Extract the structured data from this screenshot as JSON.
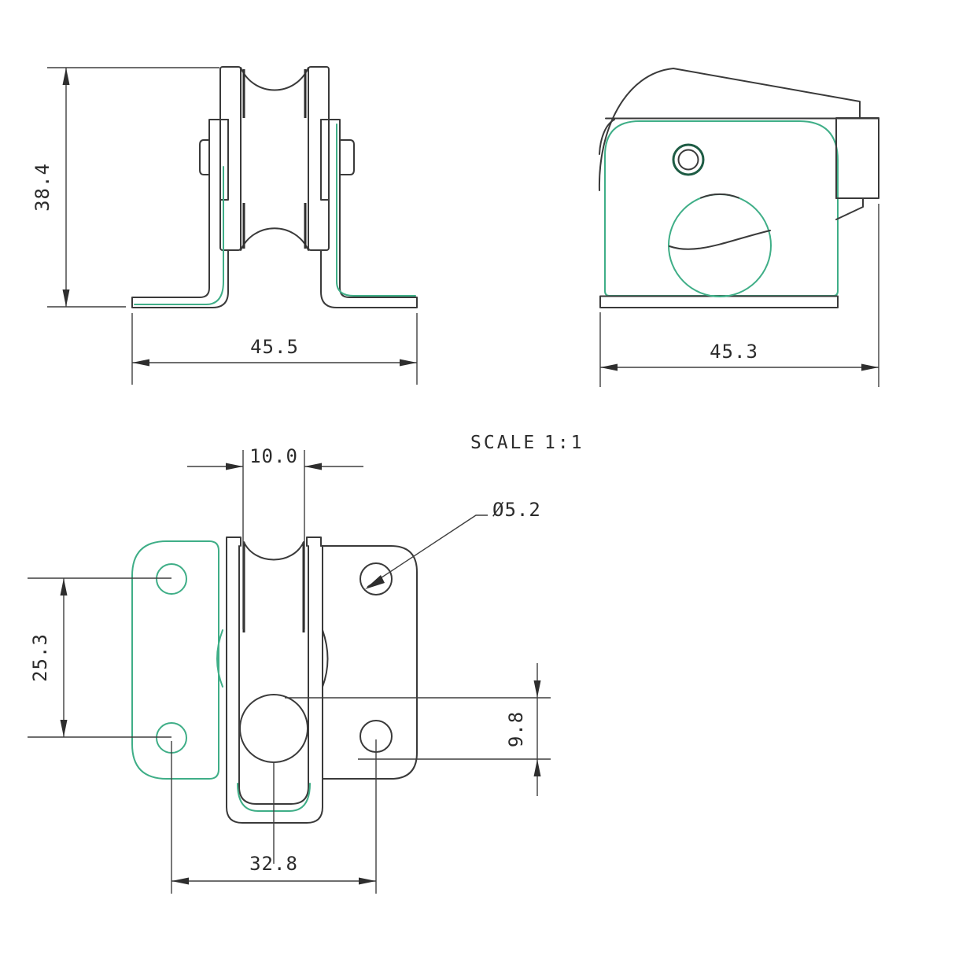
{
  "drawing": {
    "scale_word": "SCALE",
    "scale_ratio": "1:1",
    "dimensions": {
      "front_height": "38.4",
      "front_base_width": "45.5",
      "side_width": "45.3",
      "groove_width": "10.0",
      "hole_diameter": "Ø5.2",
      "hole_pitch_vertical": "25.3",
      "wheel_protrusion": "9.8",
      "hole_pitch_horizontal": "32.8"
    },
    "colors": {
      "line": "#3a3a3a",
      "accent_green": "#3fae87",
      "ring_dark_green": "#1e5c44",
      "text": "#2b2b2b",
      "background": "#ffffff"
    }
  }
}
